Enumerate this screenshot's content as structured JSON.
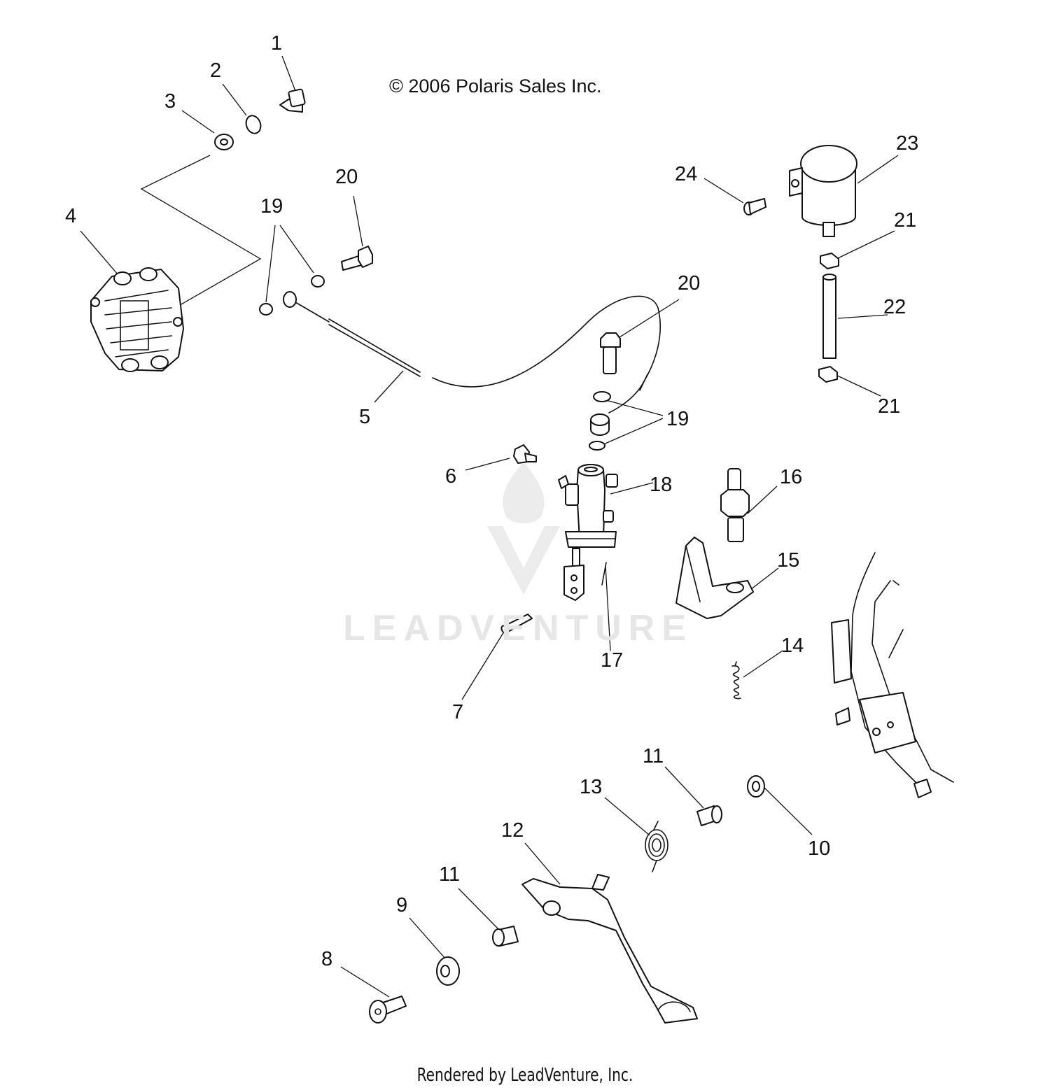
{
  "diagram": {
    "copyright": "© 2006 Polaris Sales Inc.",
    "footer": "Rendered by LeadVenture, Inc.",
    "watermark": "LEADVENTURE",
    "callouts": [
      "1",
      "2",
      "3",
      "4",
      "5",
      "6",
      "7",
      "8",
      "9",
      "10",
      "11",
      "12",
      "13",
      "14",
      "15",
      "16",
      "17",
      "18",
      "19",
      "20",
      "21",
      "22",
      "23",
      "24"
    ]
  },
  "colors": {
    "line": "#111111",
    "watermark": "#e6e6e6",
    "background": "#ffffff"
  }
}
